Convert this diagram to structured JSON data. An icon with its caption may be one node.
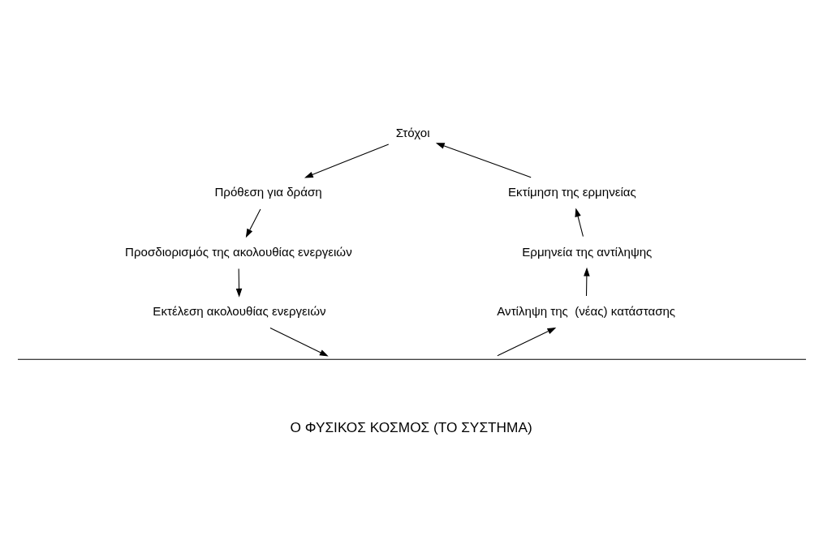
{
  "diagram": {
    "nodes": [
      {
        "text": [
          "Στόχοι"
        ]
      },
      {
        "text": [
          "Πρόθεση για δράση"
        ]
      },
      {
        "text": [
          "Προσδιορισμός της ακολουθίας ενεργειών"
        ]
      },
      {
        "text": [
          "Εκτέλεση ακολουθίας ενεργειών"
        ]
      },
      {
        "text": [
          "Αντίληψη της  (νέας) κατάστασης"
        ]
      },
      {
        "text": [
          "Ερμηνεία της αντίληψης"
        ]
      },
      {
        "text": [
          "Εκτίμηση της ερμηνείας"
        ]
      },
      {
        "text": [
          "Ο ΦΥΣΙΚΟΣ ΚΟΣΜΟΣ (ΤΟ ΣΥΣΤΗΜΑ)"
        ]
      }
    ],
    "edges": [
      {
        "from": 0,
        "to": 1,
        "arrow": "to"
      },
      {
        "from": 1,
        "to": 2,
        "arrow": "to"
      },
      {
        "from": 2,
        "to": 3,
        "arrow": "to"
      },
      {
        "from": 3,
        "to": 7,
        "arrow": "to"
      },
      {
        "from": 7,
        "to": 4,
        "arrow": "to"
      },
      {
        "from": 4,
        "to": 5,
        "arrow": "to"
      },
      {
        "from": 5,
        "to": 6,
        "arrow": "to"
      },
      {
        "from": 6,
        "to": 0,
        "arrow": "to"
      }
    ]
  }
}
